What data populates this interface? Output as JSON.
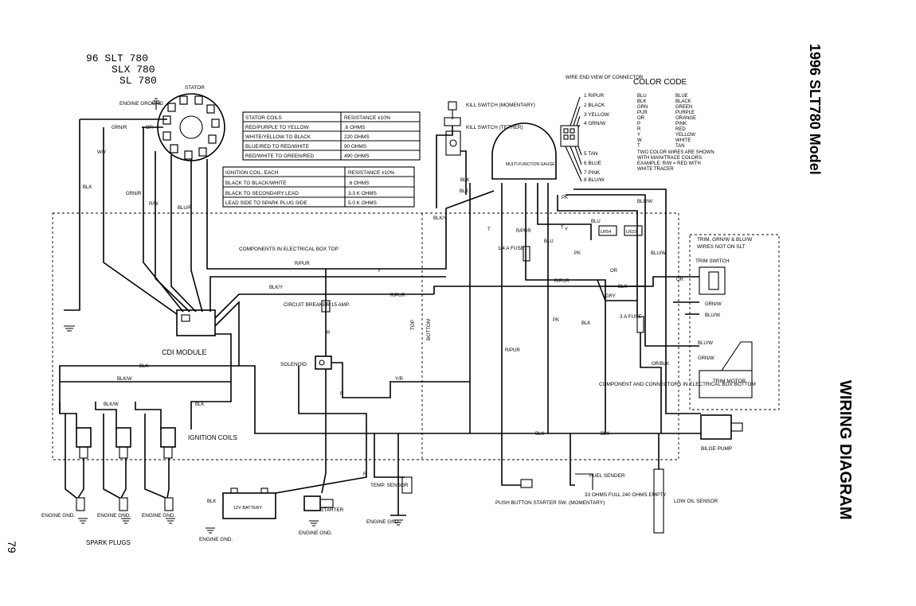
{
  "page_title": "1996 SLT780 Model",
  "section_title": "WIRING DIAGRAM",
  "page_number": "79",
  "models": [
    "96 SLT 780",
    "SLX 780",
    "SL 780"
  ],
  "stator_label": "STATOR",
  "engine_ground_top": "ENGINE GROUND",
  "stator_table": {
    "headers": [
      "STATOR COILS",
      "RESISTANCE ±10%"
    ],
    "rows": [
      [
        "RED/PURPLE TO YELLOW",
        ".6 OHMS"
      ],
      [
        "WHITE/YELLOW TO BLACK",
        "220 OHMS"
      ],
      [
        "BLUE/RED TO RED/WHITE",
        "90 OHMS"
      ],
      [
        "RED/WHITE TO GREEN/RED",
        "490 OHMS"
      ]
    ]
  },
  "ignition_table": {
    "headers": [
      "IGNITION COIL, EACH",
      "RESISTANCE ±10%"
    ],
    "rows": [
      [
        "BLACK TO BLACK/WHITE",
        ".6 OHMS"
      ],
      [
        "BLACK TO SECONDARY LEAD",
        "3.3 K OHMS"
      ],
      [
        "LEAD SIDE TO SPARK PLUG SIDE",
        "5.0 K OHMS"
      ]
    ]
  },
  "kill_switch": {
    "momentary": "KILL SWITCH (MOMENTARY)",
    "tether": "KILL SWITCH (TETHER)"
  },
  "gauge_label": "MULTI-FUNCTION GAUGE",
  "connector": {
    "title": "WIRE END VIEW OF CONNECTOR",
    "pins": [
      "1 R/PUR",
      "2 BLACK",
      "3 YELLOW",
      "4 GRN/W",
      "5 TAN",
      "6 BLUE",
      "7 PINK",
      "8 BLU/W"
    ]
  },
  "color_code": {
    "title": "COLOR CODE",
    "entries": [
      [
        "BLU",
        "BLUE"
      ],
      [
        "BLK",
        "BLACK"
      ],
      [
        "GRN",
        "GREEN"
      ],
      [
        "PUR",
        "PURPLE"
      ],
      [
        "OR",
        "ORANGE"
      ],
      [
        "P",
        "PINK"
      ],
      [
        "R",
        "RED"
      ],
      [
        "Y",
        "YELLOW"
      ],
      [
        "W",
        "WHITE"
      ],
      [
        "T",
        "TAN"
      ]
    ],
    "note": [
      "TWO COLOR WIRES ARE SHOWN",
      "WITH MAIN/TRACE COLORS.",
      "EXAMPLE: R/W = RED WITH",
      "WHITE TRACER"
    ]
  },
  "trim_note": [
    "TRIM, GRN/W & BLU/W",
    "WIRES NOT ON SLT"
  ],
  "labels": {
    "trim_switch": "TRIM SWITCH",
    "trim_motor": "TRIM MOTOR",
    "bilge_pump": "BILGE PUMP",
    "cdi_module": "CDI MODULE",
    "ignition_coils": "IGNITION COILS",
    "spark_plugs": "SPARK PLUGS",
    "battery": "12V BATTERY",
    "starter": "STARTER",
    "solenoid": "SOLENOID",
    "temp_sensor": "TEMP. SENSOR",
    "circuit_breaker": "CIRCUIT BREAKER 15 AMP.",
    "fuse_quarter": "1/4 A FUSE",
    "fuse_3a": "3 A FUSE",
    "push_button": "PUSH BUTTON STARTER SW. (MOMENTARY)",
    "fuel_sender": "FUEL SENDER",
    "fuel_ohms": "33 OHMS FULL 240 OHMS EMPTY",
    "low_oil": "LOW OIL SENSOR",
    "box_top": "COMPONENTS IN ELECTRICAL BOX TOP",
    "box_bottom": "COMPONENT AND CONNECTORS IN ELECTRICAL BOX BOTTOM",
    "top": "TOP",
    "bottom": "BOTTOM",
    "engine_gnd": "ENGINE GND.",
    "lr54": "LR54",
    "lr23": "LR23"
  },
  "wire_labels": [
    "GRN/R",
    "OR",
    "W/Y",
    "BLK",
    "GRN/R",
    "R/W",
    "BLU/R",
    "R/PUR",
    "Y",
    "BLK/Y",
    "R/PUR",
    "BLK/W",
    "BLK",
    "BLK/W",
    "BLK",
    "R",
    "Y/R",
    "R",
    "R",
    "BLK",
    "BLK/Y",
    "BLU",
    "PK",
    "R/PUR",
    "R/PUR",
    "T",
    "BLK",
    "GRY",
    "BLK",
    "BLU/W",
    "BLU/W",
    "OR",
    "GRN/W",
    "BLU/W",
    "BLU/W",
    "GRN/W",
    "OR/BLK",
    "BLK",
    "BLK",
    "PK",
    "T",
    "BLK",
    "Y",
    "R/PUR",
    "BLU",
    "PK",
    "OR",
    "BLK"
  ]
}
